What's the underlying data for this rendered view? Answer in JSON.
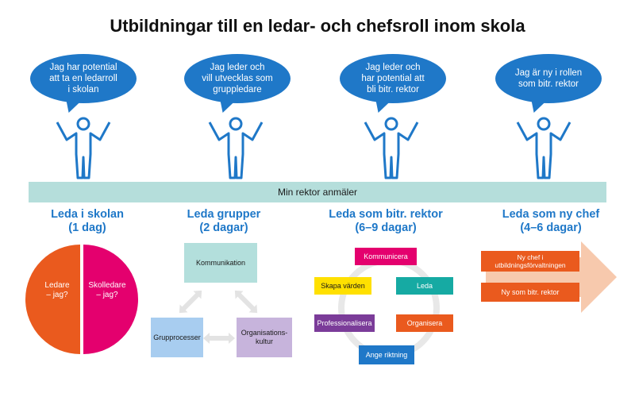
{
  "title": "Utbildningar till en ledar- och chefsroll inom skola",
  "bubbles": [
    {
      "text": "Jag har potential\natt ta en ledarroll\ni skolan"
    },
    {
      "text": "Jag leder och\nvill utvecklas som\ngruppledare"
    },
    {
      "text": "Jag leder och\nhar potential att\nbli bitr. rektor"
    },
    {
      "text": "Jag är ny i rollen\nsom bitr. rektor"
    }
  ],
  "band": {
    "text": "Min rektor anmäler"
  },
  "columns": [
    {
      "title": "Leda i skolan",
      "duration": "(1 dag)"
    },
    {
      "title": "Leda grupper",
      "duration": "(2 dagar)"
    },
    {
      "title": "Leda som bitr. rektor",
      "duration": "(6–9 dagar)"
    },
    {
      "title": "Leda som ny chef",
      "duration": "(4–6 dagar)"
    }
  ],
  "circle": {
    "left": "Ledare\n– jag?",
    "right": "Skolledare\n– jag?"
  },
  "groups": {
    "top": "Kommunikation",
    "left": "Grupprocesser",
    "right": "Organisations-\nkultur"
  },
  "rektor": {
    "top": "Kommunicera",
    "left_mid": "Skapa värden",
    "right_mid": "Leda",
    "left_low": "Professionalisera",
    "right_low": "Organisera",
    "bottom": "Ange riktning"
  },
  "chef": {
    "box1": "Ny chef i\nutbildningsförvaltningen",
    "box2": "Ny som bitr. rektor"
  },
  "colors": {
    "blue": "#1f78c8",
    "band": "#b5dedb",
    "orange": "#ea5a1e",
    "magenta": "#e4006e",
    "teal_light": "#b3dfdc",
    "light_blue": "#a8cdf0",
    "lavender": "#c7b4dc",
    "yellow": "#ffe000",
    "teal": "#16aaa3",
    "purple": "#7b3c99",
    "peach": "#f7c9ad"
  }
}
